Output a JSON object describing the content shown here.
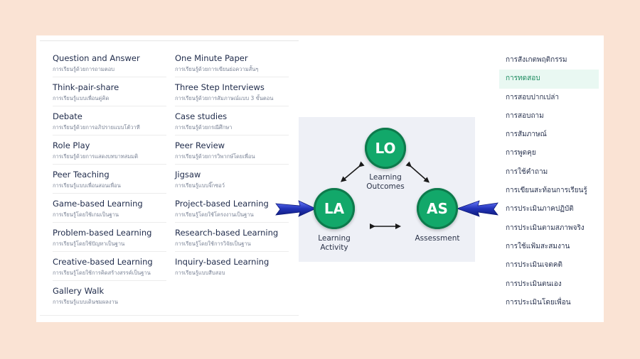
{
  "methods_left": [
    {
      "title": "Question and Answer",
      "sub": "การเรียนรู้ด้วยการถามตอบ"
    },
    {
      "title": "Think-pair-share",
      "sub": "การเรียนรู้แบบเพื่อนคู่คิด"
    },
    {
      "title": "Debate",
      "sub": "การเรียนรู้ด้วยการอภิปรายแบบโต้วาที"
    },
    {
      "title": "Role Play",
      "sub": "การเรียนรู้ด้วยการแสดงบทบาทสมมติ"
    },
    {
      "title": "Peer Teaching",
      "sub": "การเรียนรู้แบบเพื่อนสอนเพื่อน"
    },
    {
      "title": "Game-based Learning",
      "sub": "การเรียนรู้โดยใช้เกมเป็นฐาน"
    },
    {
      "title": "Problem-based Learning",
      "sub": "การเรียนรู้โดยใช้ปัญหาเป็นฐาน"
    },
    {
      "title": "Creative-based Learning",
      "sub": "การเรียนรู้โดยใช้การคิดสร้างสรรค์เป็นฐาน"
    },
    {
      "title": "Gallery Walk",
      "sub": "การเรียนรู้แบบเดินชมผลงาน"
    }
  ],
  "methods_right": [
    {
      "title": "One Minute Paper",
      "sub": "การเรียนรู้ด้วยการเขียนย่อความสั้นๆ"
    },
    {
      "title": "Three Step Interviews",
      "sub": "การเรียนรู้ด้วยการสัมภาษณ์แบบ 3 ขั้นตอน"
    },
    {
      "title": "Case studies",
      "sub": "การเรียนรู้ด้วยกรณีศึกษา"
    },
    {
      "title": "Peer Review",
      "sub": "การเรียนรู้ด้วยการวิพากษ์โดยเพื่อน"
    },
    {
      "title": "Jigsaw",
      "sub": "การเรียนรู้แบบจิ๊กซอว์"
    },
    {
      "title": "Project-based Learning",
      "sub": "การเรียนรู้โดยใช้โครงงานเป็นฐาน"
    },
    {
      "title": "Research-based Learning",
      "sub": "การเรียนรู้โดยใช้การวิจัยเป็นฐาน"
    },
    {
      "title": "Inquiry-based Learning",
      "sub": "การเรียนรู้แบบสืบสอบ"
    }
  ],
  "diagram": {
    "lo": {
      "abbr": "LO",
      "label": "Learning\nOutcomes"
    },
    "la": {
      "abbr": "LA",
      "label": "Learning\nActivity"
    },
    "as": {
      "abbr": "AS",
      "label": "Assessment"
    },
    "colors": {
      "node": "#12a86a",
      "arrow_blue": "#2233b8"
    }
  },
  "assessments": [
    "การสังเกตพฤติกรรม",
    "การทดสอบ",
    "การสอบปากเปล่า",
    "การสอบถาม",
    "การสัมภาษณ์",
    "การพูดคุย",
    "การใช้คำถาม",
    "การเขียนสะท้อนการเรียนรู้",
    "การประเมินภาคปฏิบัติ",
    "การประเมินตามสภาพจริง",
    "การใช้แฟ้มสะสมงาน",
    "การประเมินเจตคติ",
    "การประเมินตนเอง",
    "การประเมินโดยเพื่อน"
  ],
  "assessments_active_index": 1
}
